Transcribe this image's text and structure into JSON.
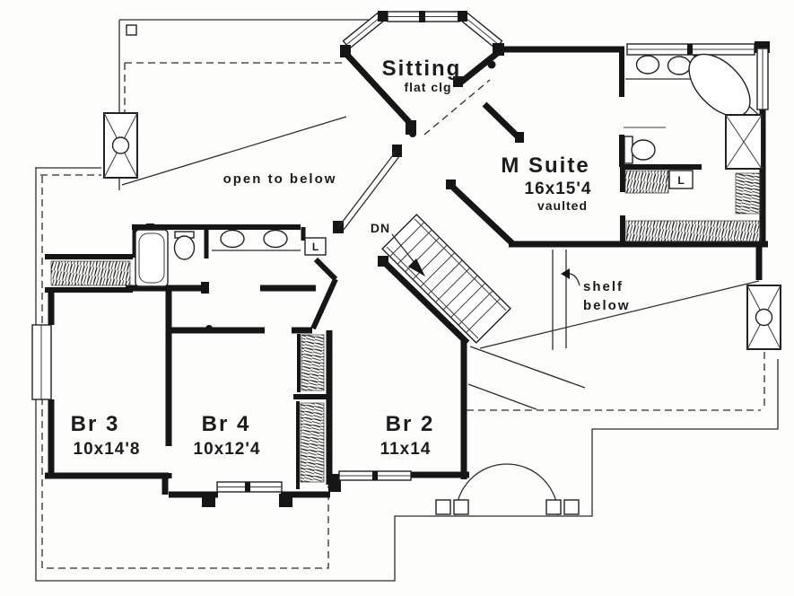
{
  "rooms": {
    "sitting": {
      "name": "Sitting",
      "note": "flat clg"
    },
    "master": {
      "name": "M Suite",
      "dims": "16x15'4",
      "note": "vaulted"
    },
    "br3": {
      "name": "Br 3",
      "dims": "10x14'8"
    },
    "br4": {
      "name": "Br 4",
      "dims": "10x12'4"
    },
    "br2": {
      "name": "Br 2",
      "dims": "11x14"
    }
  },
  "annotations": {
    "open_below": "open to below",
    "down": "DN",
    "shelf_line1": "shelf",
    "shelf_line2": "below",
    "linen_hall": "L",
    "linen_master": "L"
  },
  "colors": {
    "ink": "#1a1a1a",
    "paper": "#fdfdfb"
  }
}
